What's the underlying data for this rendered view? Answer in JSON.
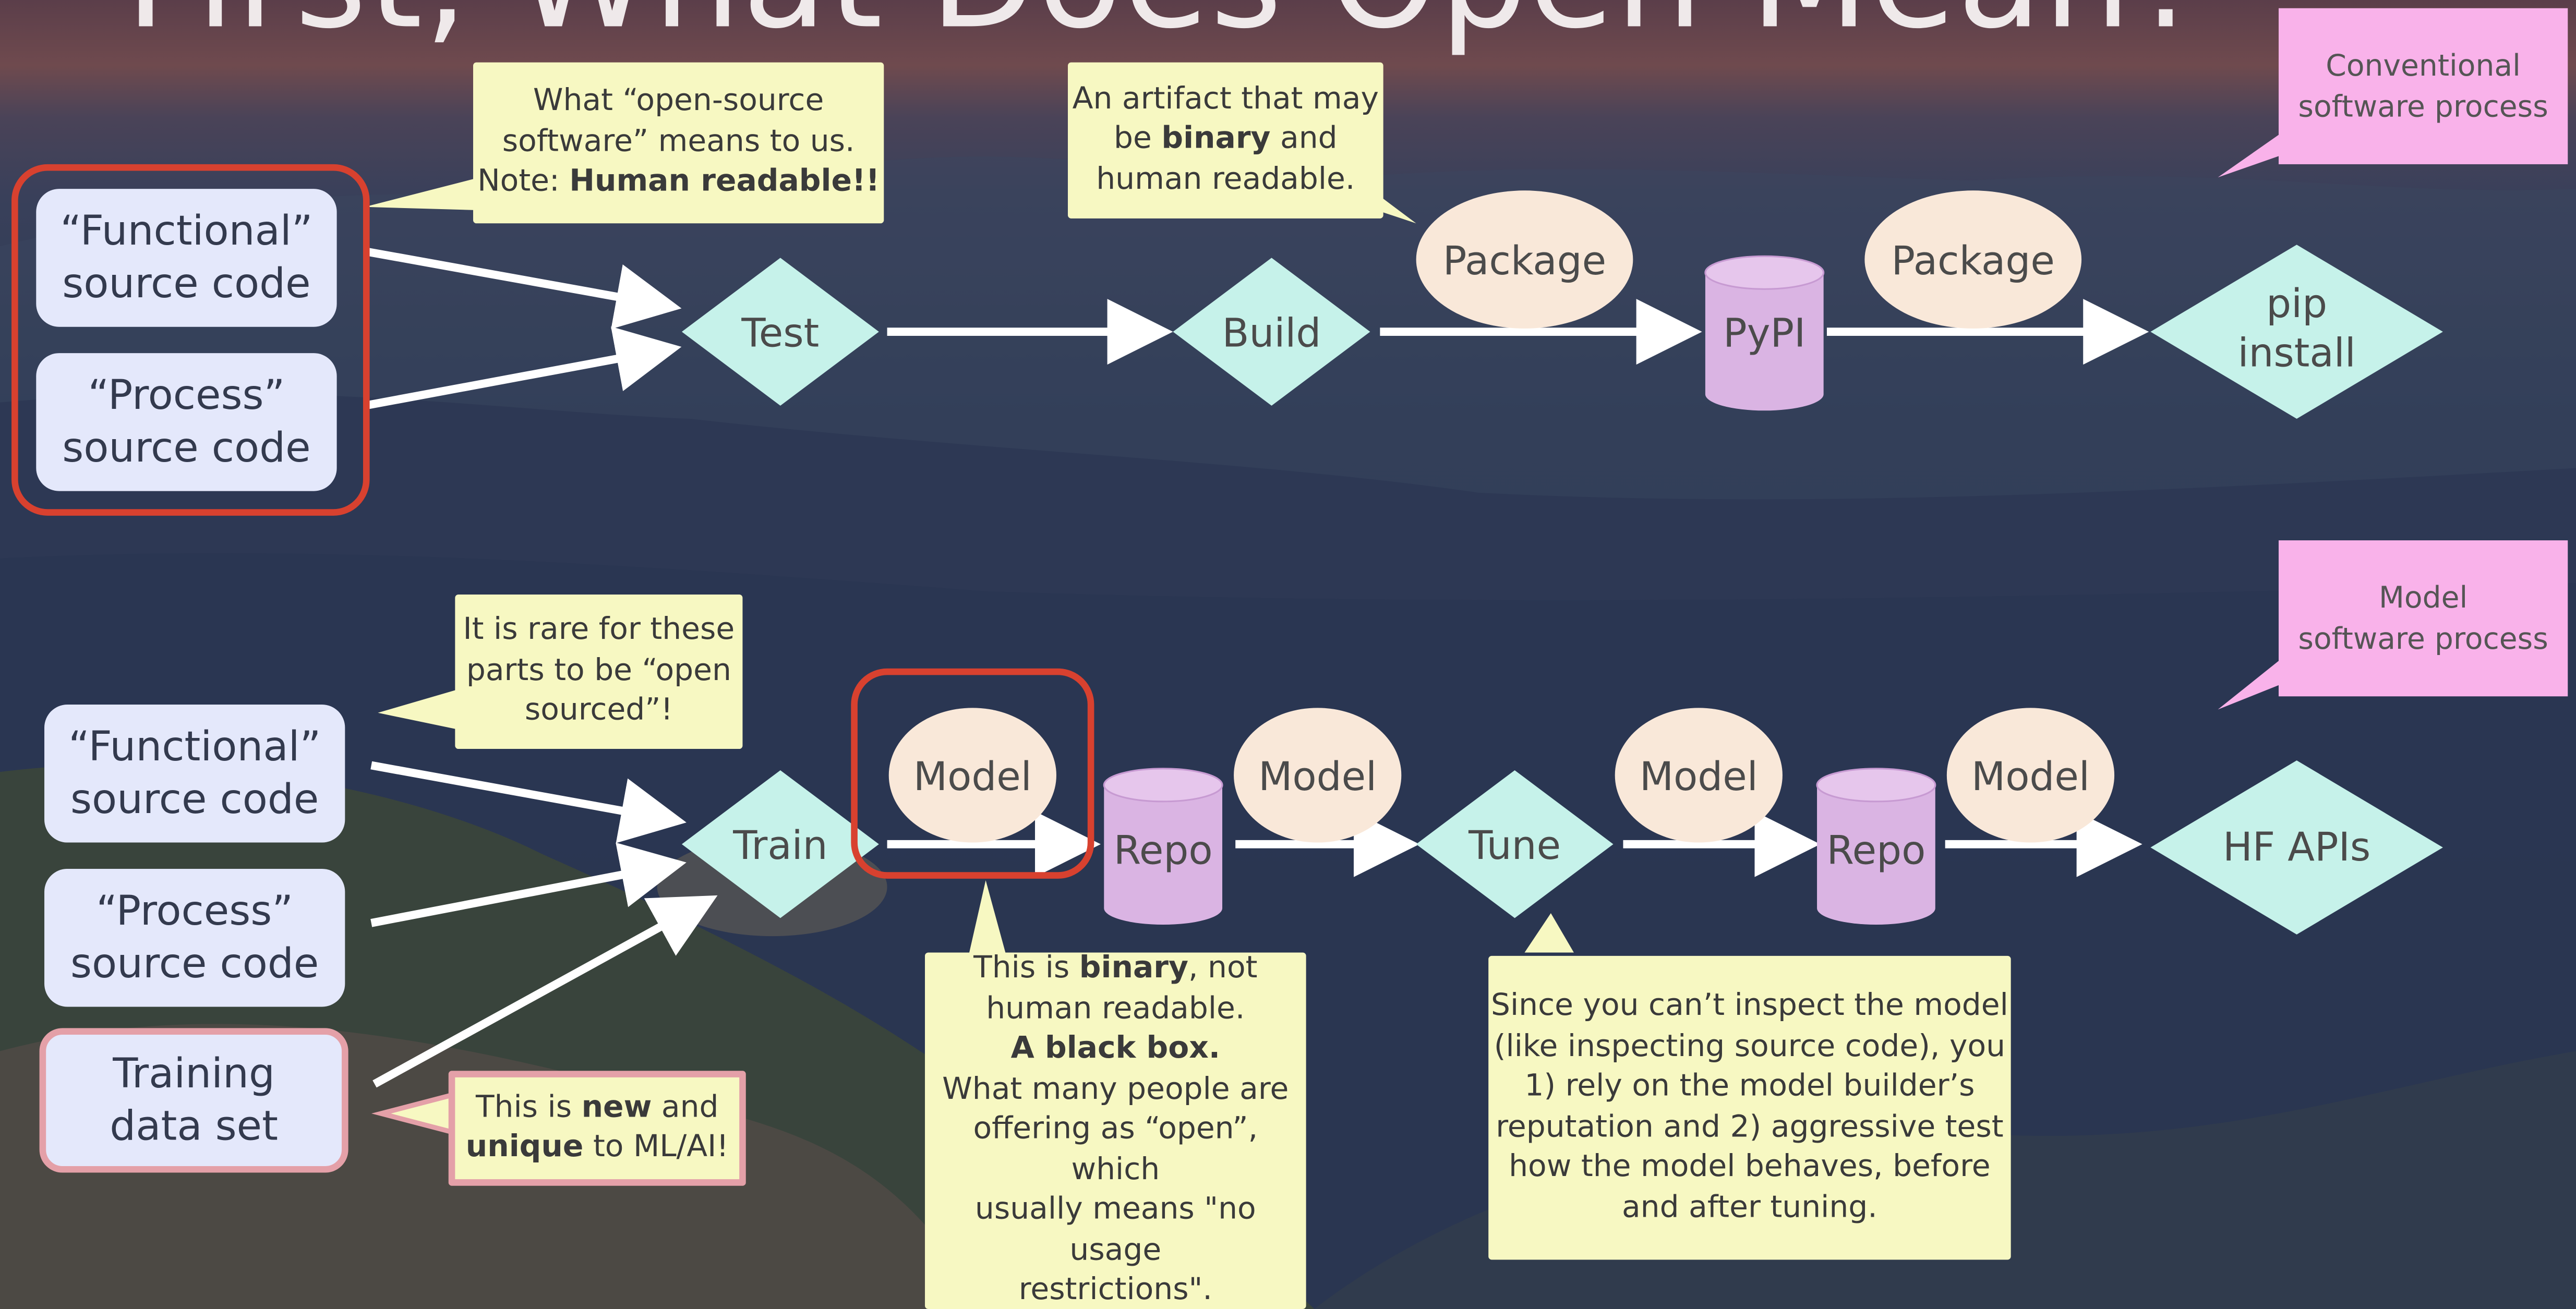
{
  "title": "First, What Does Open Mean?",
  "conventional": {
    "tag": "Conventional\nsoftware process",
    "sources": [
      "“Functional”\nsource code",
      "“Process”\nsource code"
    ],
    "note_open_source": {
      "l1": "What “open-source",
      "l2": "software” means to us.",
      "l3a": "Note: ",
      "l3b": "Human readable!!"
    },
    "note_artifact": {
      "l1": "An artifact that may",
      "l2a": "be ",
      "l2b": "binary",
      "l2c": " and",
      "l3": "human readable."
    },
    "test": "Test",
    "build": "Build",
    "package1": "Package",
    "pypi": "PyPI",
    "package2": "Package",
    "pip": "pip\ninstall"
  },
  "model": {
    "tag": "Model\nsoftware process",
    "sources": [
      "“Functional”\nsource code",
      "“Process”\nsource code",
      "Training\ndata set"
    ],
    "note_rare": "It is rare for these\nparts to be “open\nsourced”!",
    "note_new": {
      "a": "This is ",
      "b": "new",
      "c": " and",
      "d": "unique",
      "e": " to ML/AI!"
    },
    "note_binary": {
      "l1a": "This is ",
      "l1b": "binary",
      "l1c": ", not",
      "l2": "human readable.",
      "l3": "A black box.",
      "l4": "What many people are",
      "l5": "offering as “open”, which",
      "l6": "usually means \"no usage",
      "l7": "restrictions\"."
    },
    "note_inspect": "Since you can’t inspect the model\n(like inspecting source code), you\n1) rely on the model builder’s\nreputation and 2) aggressive test\nhow the model behaves, before\nand after tuning.",
    "train": "Train",
    "model1": "Model",
    "repo1": "Repo",
    "model2": "Model",
    "tune": "Tune",
    "model3": "Model",
    "repo2": "Repo",
    "model4": "Model",
    "hf": "HF APIs"
  },
  "colors": {
    "diamond": "#c6f2ea",
    "ellipse": "#f9e8d9",
    "cylinder": "#dab4e3",
    "note": "#f7f8c2",
    "tag": "#f9b2ea",
    "source": "#e4e8fb",
    "highlight": "#d8412f"
  }
}
